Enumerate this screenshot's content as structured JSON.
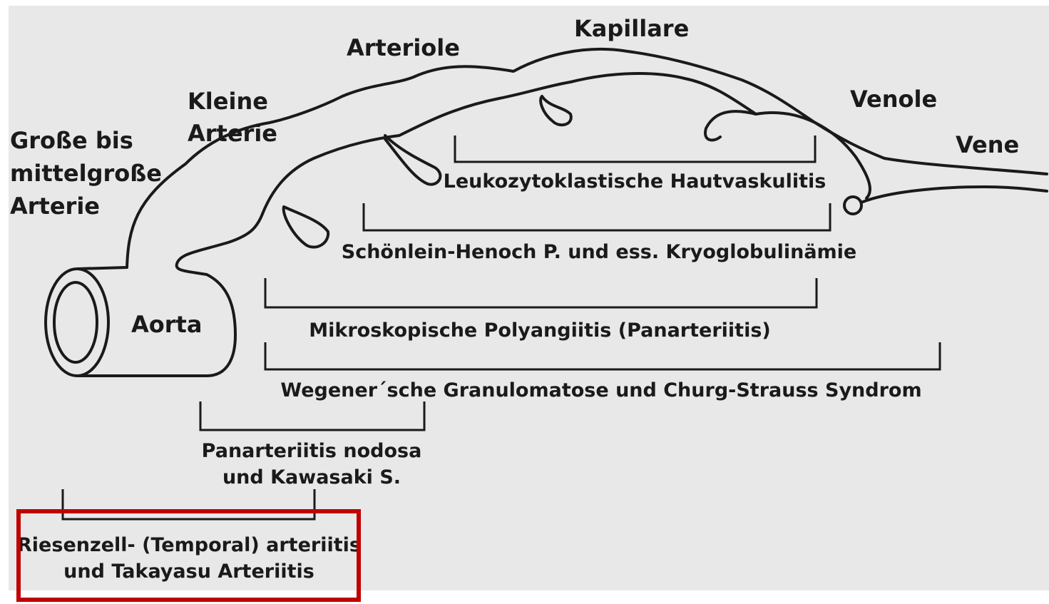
{
  "vessel_labels": {
    "large": [
      "Große bis",
      "mittelgroße",
      "Arterie"
    ],
    "small_artery": [
      "Kleine",
      "Arterie"
    ],
    "arteriole": "Arteriole",
    "capillary": "Kapillare",
    "venule": "Venole",
    "vein": "Vene",
    "aorta": "Aorta"
  },
  "diseases": {
    "leukocytoclastic": "Leukozytoklastische Hautvaskulitis",
    "schoenlein": "Schönlein-Henoch P. und ess. Kryoglobulinämie",
    "microscopic": "Mikroskopische Polyangiitis (Panarteriitis)",
    "wegener": "Wegener´sche Granulomatose und Churg-Strauss Syndrom",
    "pan": [
      "Panarteriitis nodosa",
      "und Kawasaki S."
    ],
    "giant_cell": [
      "Riesenzell- (Temporal) arteriitis",
      "und Takayasu Arteriitis"
    ]
  },
  "colors": {
    "background": "#e8e8e8",
    "ink": "#1a1a1a",
    "highlight": "#c00000"
  }
}
